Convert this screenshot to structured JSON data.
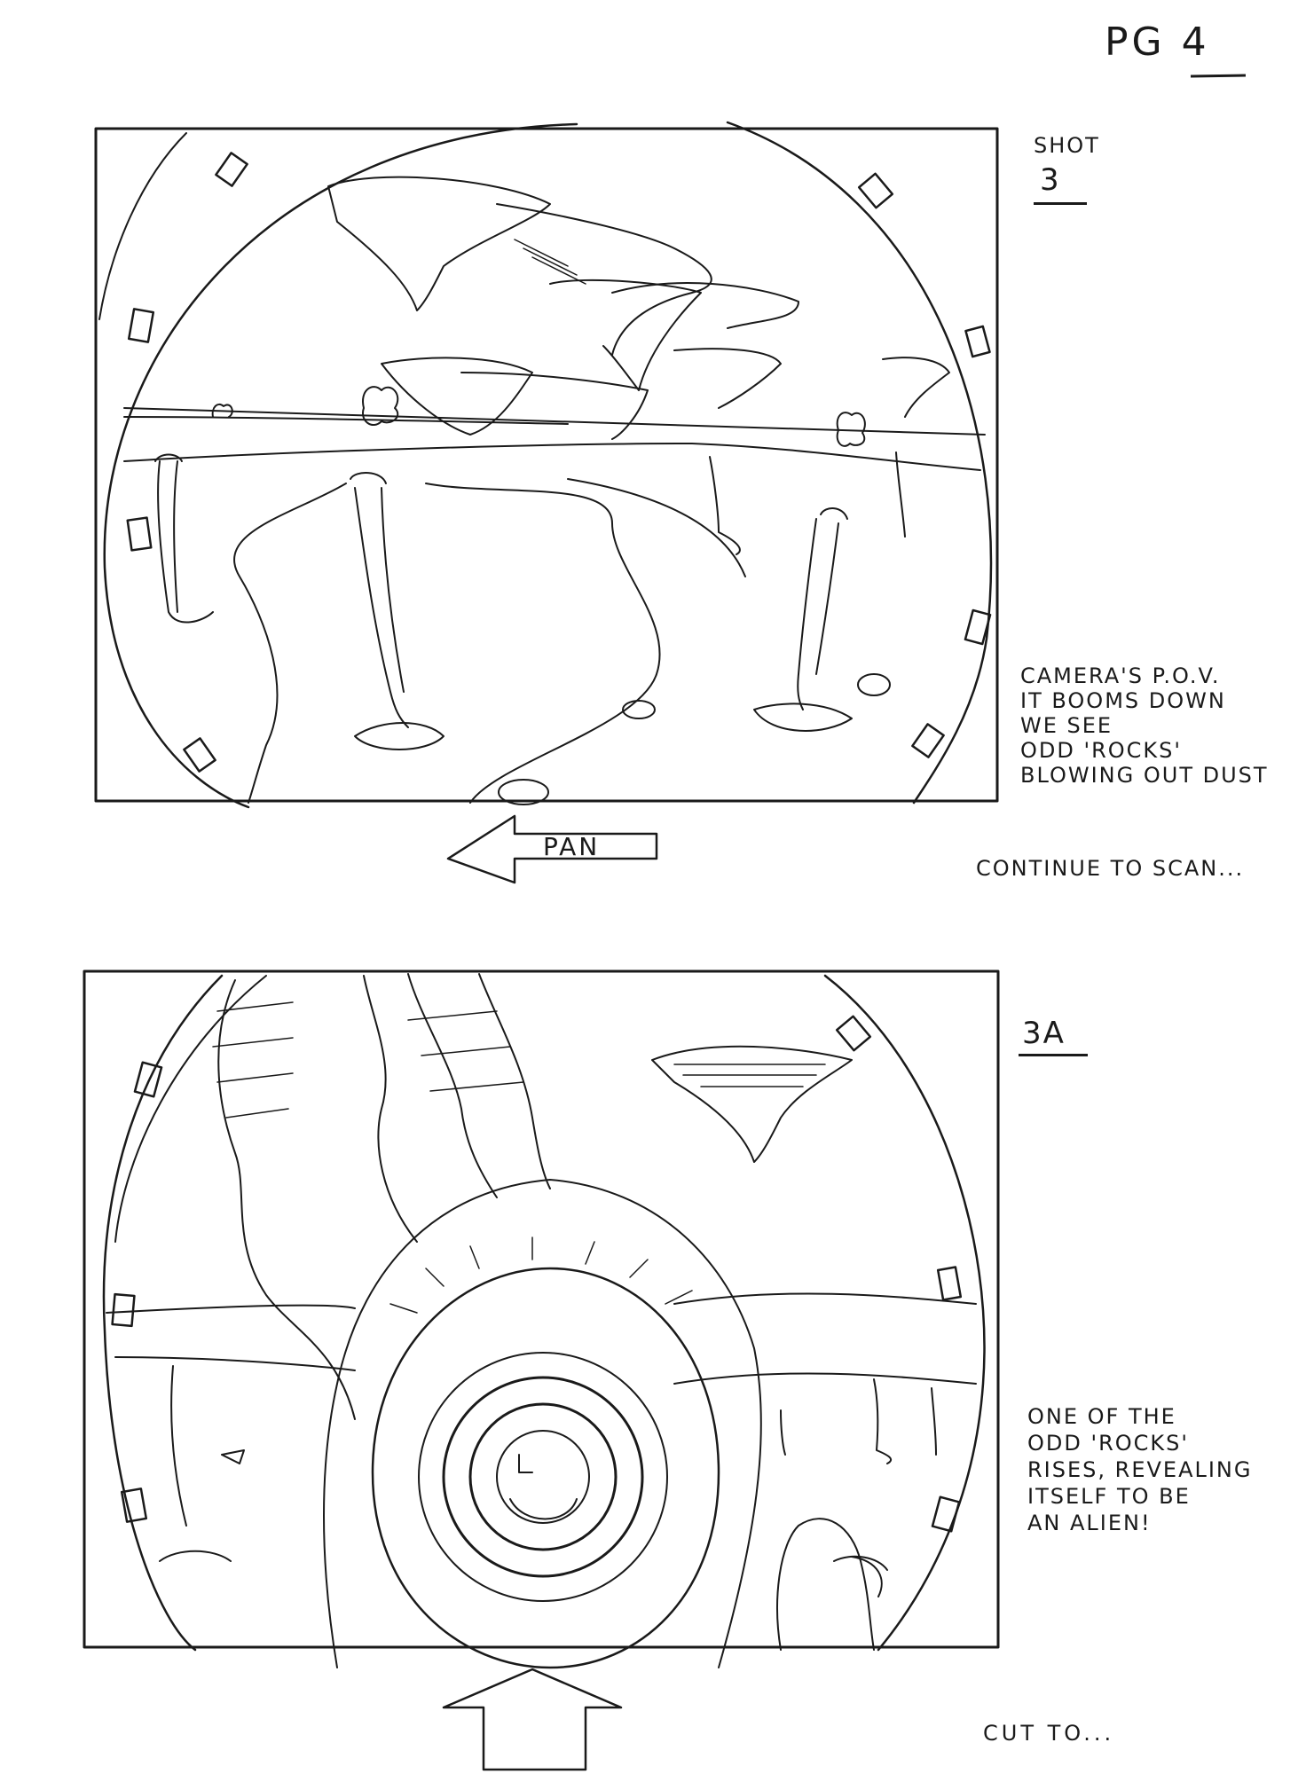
{
  "page": {
    "label": "PG 4"
  },
  "panels": [
    {
      "shot_label": "SHOT",
      "shot_number": "3",
      "direction_label": "PAN",
      "notes": [
        "CAMERA'S P.O.V.",
        "IT BOOMS DOWN",
        "WE SEE",
        "ODD 'ROCKS'",
        "BLOWING OUT DUST"
      ],
      "transition": "CONTINUE TO SCAN..."
    },
    {
      "shot_number": "3A",
      "notes": [
        "ONE OF THE",
        "ODD 'ROCKS'",
        "RISES, REVEALING",
        "ITSELF TO BE",
        "AN ALIEN!"
      ],
      "transition": "CUT TO..."
    }
  ]
}
